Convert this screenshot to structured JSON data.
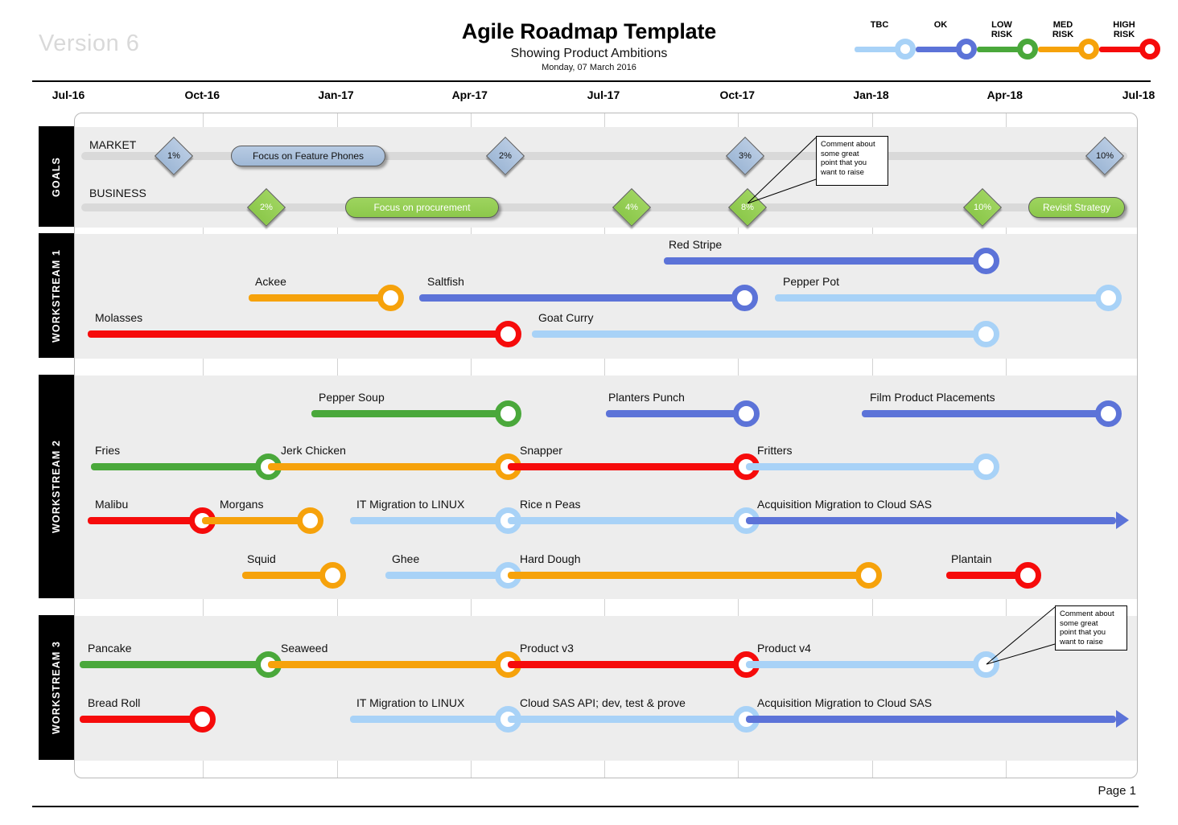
{
  "header": {
    "version": "Version 6",
    "title": "Agile Roadmap Template",
    "subtitle": "Showing Product Ambitions",
    "date": "Monday, 07 March 2016",
    "page": "Page 1"
  },
  "legend": {
    "items": [
      {
        "label": "TBC",
        "color": "#a8d2f7"
      },
      {
        "label": "OK",
        "color": "#5c73d8"
      },
      {
        "label": "LOW\nRISK",
        "color": "#4aa83b"
      },
      {
        "label": "MED\nRISK",
        "color": "#f6a20b"
      },
      {
        "label": "HIGH\nRISK",
        "color": "#f60b0b"
      }
    ]
  },
  "colors": {
    "tbc": "#a8d2f7",
    "ok": "#5c73d8",
    "low": "#4aa83b",
    "med": "#f6a20b",
    "high": "#f60b0b",
    "band": "#ededed",
    "track": "#d9d9d9",
    "lane_tab": "#000000"
  },
  "axis": {
    "ticks": [
      "Jul-16",
      "Oct-16",
      "Jan-17",
      "Apr-17",
      "Jul-17",
      "Oct-17",
      "Jan-18",
      "Apr-18",
      "Jul-18"
    ],
    "start": "Jul-16",
    "end": "Jul-18"
  },
  "callout_text": "Comment about\nsome great\npoint that you\nwant to raise",
  "lanes": [
    {
      "name": "GOALS"
    },
    {
      "name": "WORKSTREAM 1"
    },
    {
      "name": "WORKSTREAM 2"
    },
    {
      "name": "WORKSTREAM 3"
    }
  ],
  "goals": {
    "rows": [
      {
        "label": "MARKET",
        "markers": [
          {
            "text": "1%",
            "style": "blue"
          },
          {
            "text": "2%",
            "style": "blue"
          },
          {
            "text": "3%",
            "style": "blue"
          },
          {
            "text": "10%",
            "style": "blue"
          }
        ],
        "pills": [
          {
            "text": "Focus on Feature Phones",
            "style": "blue"
          }
        ]
      },
      {
        "label": "BUSINESS",
        "markers": [
          {
            "text": "2%",
            "style": "green"
          },
          {
            "text": "4%",
            "style": "green"
          },
          {
            "text": "8%",
            "style": "green"
          },
          {
            "text": "10%",
            "style": "green"
          }
        ],
        "pills": [
          {
            "text": "Focus on procurement",
            "style": "green"
          },
          {
            "text": "Revisit Strategy",
            "style": "green"
          }
        ]
      }
    ]
  },
  "workstreams": [
    {
      "name": "WORKSTREAM 1",
      "tasks": [
        {
          "label": "Red Stripe",
          "risk": "ok"
        },
        {
          "label": "Ackee",
          "risk": "med"
        },
        {
          "label": "Saltfish",
          "risk": "ok"
        },
        {
          "label": "Pepper Pot",
          "risk": "tbc"
        },
        {
          "label": "Molasses",
          "risk": "high"
        },
        {
          "label": "Goat Curry",
          "risk": "tbc"
        }
      ]
    },
    {
      "name": "WORKSTREAM 2",
      "tasks": [
        {
          "label": "Pepper Soup",
          "risk": "low"
        },
        {
          "label": "Planters Punch",
          "risk": "ok"
        },
        {
          "label": "Film Product Placements",
          "risk": "ok"
        },
        {
          "label": "Fries",
          "risk": "low"
        },
        {
          "label": "Jerk Chicken",
          "risk": "med"
        },
        {
          "label": "Snapper",
          "risk": "high"
        },
        {
          "label": "Fritters",
          "risk": "tbc"
        },
        {
          "label": "Malibu",
          "risk": "high"
        },
        {
          "label": "Morgans",
          "risk": "med"
        },
        {
          "label": "IT Migration to LINUX",
          "risk": "tbc"
        },
        {
          "label": "Rice n Peas",
          "risk": "tbc"
        },
        {
          "label": "Acquisition Migration to Cloud SAS",
          "risk": "ok"
        },
        {
          "label": "Squid",
          "risk": "med"
        },
        {
          "label": "Ghee",
          "risk": "tbc"
        },
        {
          "label": "Hard Dough",
          "risk": "med"
        },
        {
          "label": "Plantain",
          "risk": "high"
        }
      ]
    },
    {
      "name": "WORKSTREAM 3",
      "tasks": [
        {
          "label": "Pancake",
          "risk": "low"
        },
        {
          "label": "Seaweed",
          "risk": "med"
        },
        {
          "label": "Product v3",
          "risk": "high"
        },
        {
          "label": "Product v4",
          "risk": "tbc"
        },
        {
          "label": "Bread Roll",
          "risk": "high"
        },
        {
          "label": "IT Migration to LINUX",
          "risk": "tbc"
        },
        {
          "label": "Cloud SAS API; dev, test & prove",
          "risk": "tbc"
        },
        {
          "label": "Acquisition Migration to Cloud SAS",
          "risk": "ok"
        }
      ]
    }
  ]
}
